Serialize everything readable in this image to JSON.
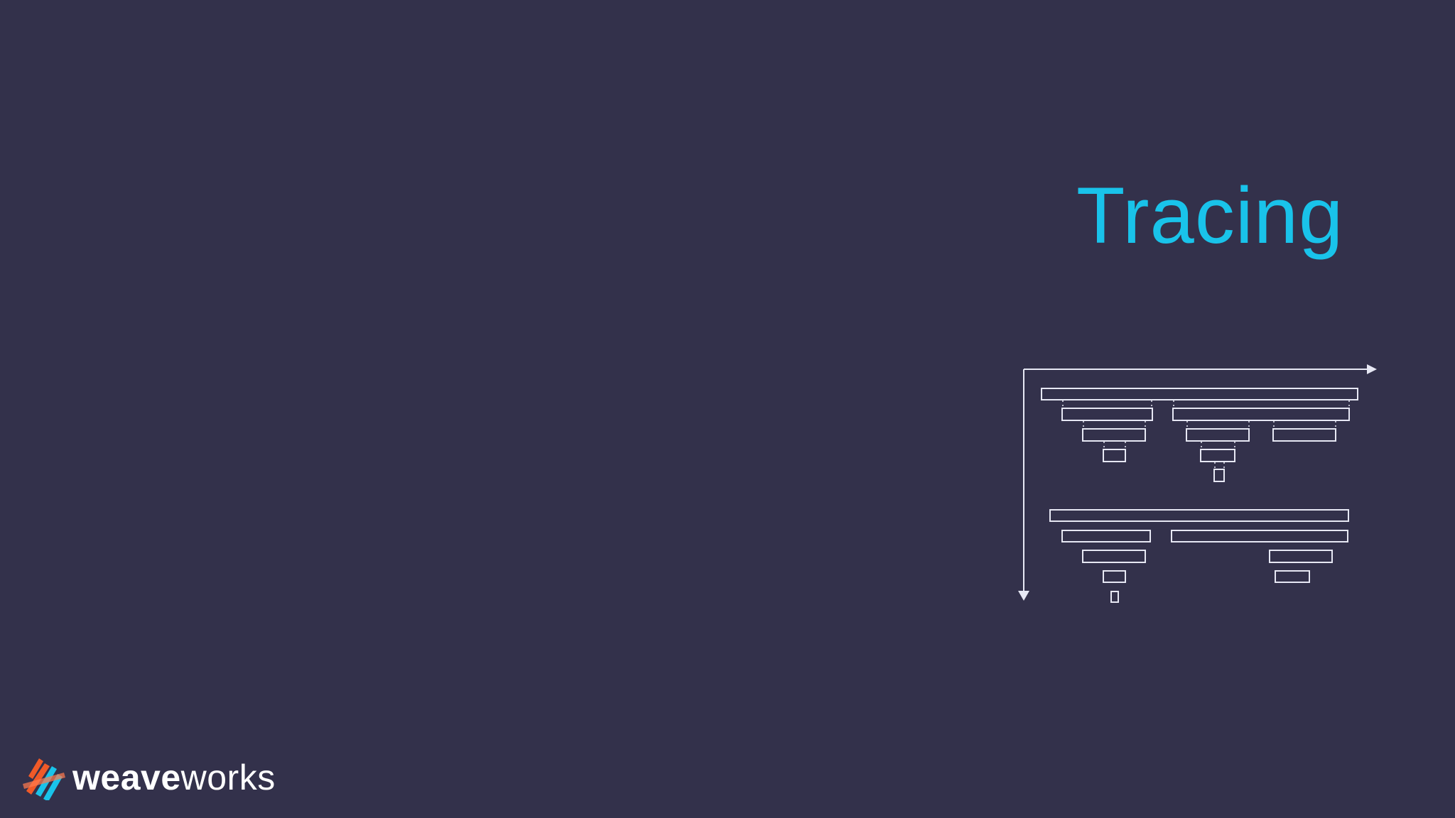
{
  "slide": {
    "title": "Tracing",
    "diagram_icon": "trace-waterfall-diagram"
  },
  "brand": {
    "wordmark_primary": "weave",
    "wordmark_secondary": "works",
    "icon": "weaveworks-logo-icon",
    "colors": {
      "orange": "#f05a28",
      "blue": "#19c3ea"
    }
  },
  "colors": {
    "background": "#33314b",
    "title": "#19c3ea",
    "diagram": "#e7e8f4"
  }
}
